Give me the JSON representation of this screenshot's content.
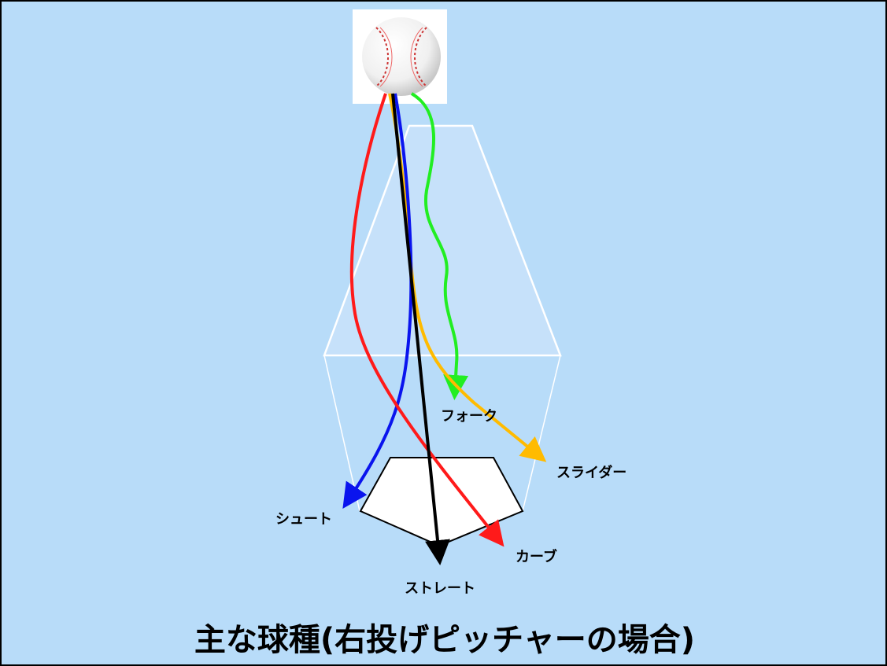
{
  "title": "主な球種(右投げピッチャーの場合)",
  "pitches": [
    {
      "label": "フォーク",
      "color": "#22ee22"
    },
    {
      "label": "スライダー",
      "color": "#ffbb00"
    },
    {
      "label": "シュート",
      "color": "#0a14ee"
    },
    {
      "label": "カーブ",
      "color": "#ff1a1a"
    },
    {
      "label": "ストレート",
      "color": "#000000"
    }
  ],
  "colors": {
    "background": "#b8dcf9",
    "zone_fill": "#c6e1fa",
    "plate": "#ffffff"
  },
  "icons": {
    "ball": "baseball-icon"
  }
}
